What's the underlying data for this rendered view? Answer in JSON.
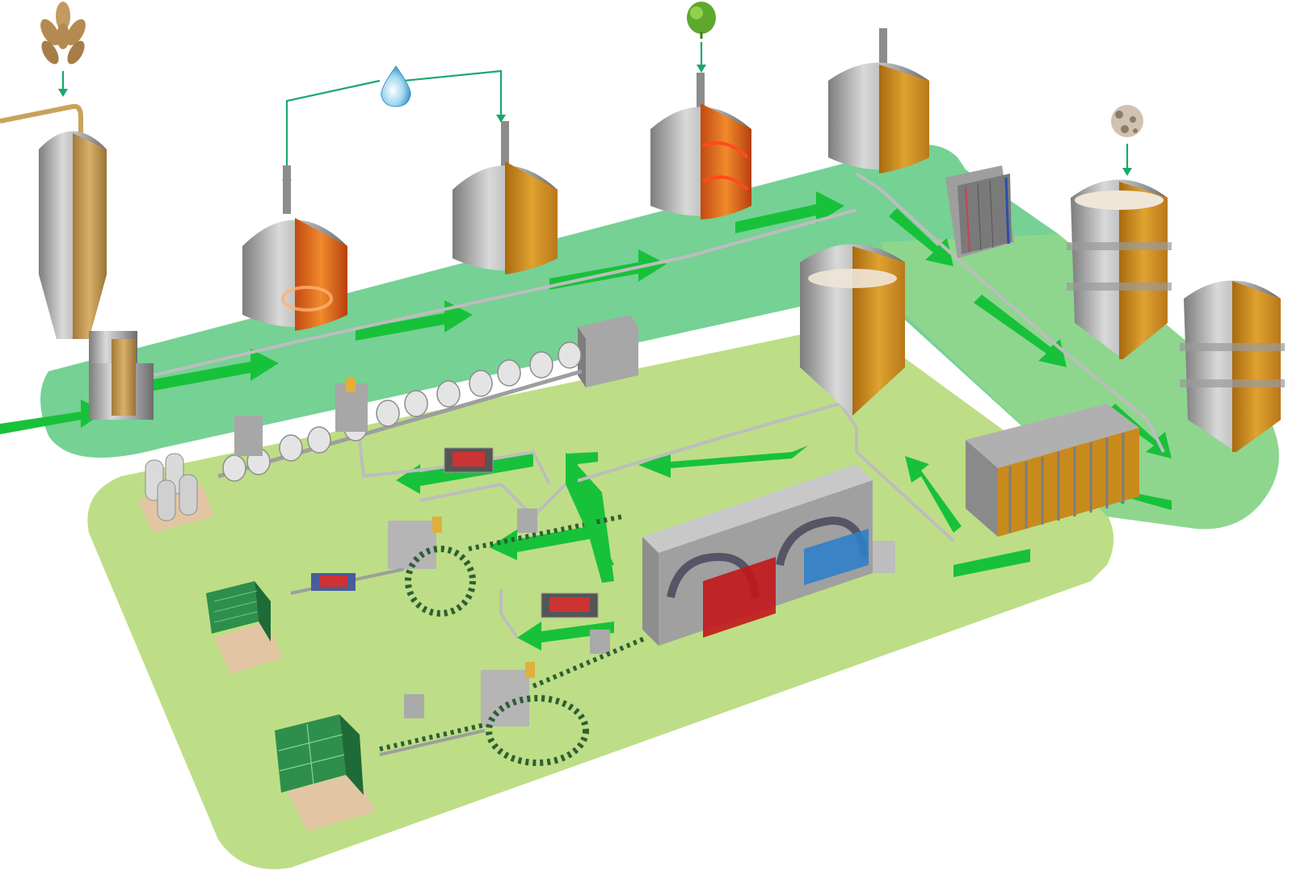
{
  "diagram": {
    "kind": "brewery-process-flow",
    "colors": {
      "zone_hot": "#6fcf8e",
      "zone_cold": "#b9dc80",
      "flow_arrow": "#18c13a",
      "supply_line": "#1aa86b",
      "steel": "#a8a8a8",
      "beer": "#c98a1c",
      "mash": "#e0641e",
      "grain": "#c9a25a"
    },
    "ingredients": [
      {
        "name": "malt",
        "icon": "grain-icon"
      },
      {
        "name": "water",
        "icon": "water-drop-icon"
      },
      {
        "name": "hops",
        "icon": "hops-icon"
      },
      {
        "name": "yeast",
        "icon": "yeast-icon"
      }
    ],
    "equipment": [
      {
        "name": "malt-silo-mill",
        "icon": "silo-icon"
      },
      {
        "name": "mash-tun",
        "icon": "tank-icon"
      },
      {
        "name": "lauter-tun",
        "icon": "tank-icon"
      },
      {
        "name": "wort-kettle",
        "icon": "tank-icon"
      },
      {
        "name": "whirlpool",
        "icon": "tank-icon"
      },
      {
        "name": "wort-cooler",
        "icon": "heat-exchanger-icon"
      },
      {
        "name": "fermentation-tank",
        "icon": "tank-icon"
      },
      {
        "name": "maturation-tank",
        "icon": "tank-icon"
      },
      {
        "name": "filter",
        "icon": "filter-icon"
      },
      {
        "name": "bright-beer-tank",
        "icon": "tank-icon"
      },
      {
        "name": "pasteurizer",
        "icon": "pasteurizer-icon"
      },
      {
        "name": "keg-filler",
        "icon": "filler-icon"
      },
      {
        "name": "bottle-filler",
        "icon": "filler-icon"
      },
      {
        "name": "kegs-on-pallet",
        "icon": "keg-icon"
      },
      {
        "name": "cases-on-pallet",
        "icon": "crate-icon"
      },
      {
        "name": "crates-on-pallet",
        "icon": "crate-icon"
      }
    ]
  }
}
